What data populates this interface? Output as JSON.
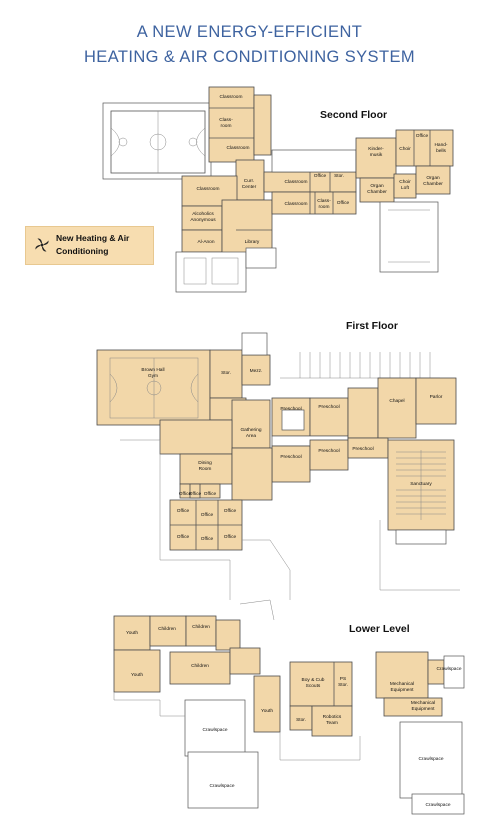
{
  "header": {
    "title_line1": "A NEW ENERGY-EFFICIENT",
    "title_line2": "HEATING & AIR CONDITIONING SYSTEM"
  },
  "legend": {
    "icon": "hvac-fan-icon",
    "label_line1": "New Heating & Air",
    "label_line2": "Conditioning"
  },
  "floors": {
    "second": {
      "label": "Second Floor",
      "rooms": {
        "classroom_top": "Classroom",
        "classroom_mid1": "Class-",
        "classroom_mid2": "room",
        "classroom_lower": "Classroom",
        "classroom_west": "Classroom",
        "curr1": "Curr.",
        "curr2": "Center",
        "alcoholics1": "Alcoholics",
        "alcoholics2": "Anonymous",
        "al_anon": "Al-Anon",
        "library": "Library",
        "classroom_c1": "Classroom",
        "office_c1": "Office",
        "stor_c": "Stor.",
        "classroom_c2": "Classroom",
        "classroom_c3a": "Class-",
        "classroom_c3b": "room",
        "office_c2": "Office",
        "kinder1": "Kinder-",
        "kinder2": "musik",
        "choir": "Choir",
        "office_e": "Office",
        "handbells1": "Hand-",
        "handbells2": "bells",
        "organ1a": "Organ",
        "organ1b": "Chamber",
        "choirloft1": "Choir",
        "choirloft2": "Loft",
        "organ2a": "Organ",
        "organ2b": "Chamber"
      }
    },
    "first": {
      "label": "First Floor",
      "rooms": {
        "gym1": "Brown Hall",
        "gym2": "Gym",
        "stor": "Stor.",
        "mezz": "Mezz.",
        "preschool1": "Preschool",
        "preschool2": "Preschool",
        "gathering1": "Gathering",
        "gathering2": "Area",
        "preschool3": "Preschool",
        "preschool4": "Preschool",
        "preschool5": "Preschool",
        "dining1": "Dining",
        "dining2": "Room",
        "chapel": "Chapel",
        "parlor": "Parlor",
        "sanctuary": "Sanctuary",
        "office1": "Office",
        "office2": "Office",
        "office3": "Office",
        "office4": "Office",
        "office5": "Office",
        "office6": "Office",
        "office7": "Office",
        "office8": "Office",
        "office9": "Office"
      }
    },
    "lower": {
      "label": "Lower Level",
      "rooms": {
        "youth1": "Youth",
        "children1": "Children",
        "children2": "Children",
        "youth2": "Youth",
        "children3": "Children",
        "crawlspace1": "Crawlspace",
        "youth3": "Youth",
        "scouts1": "Boy & Cub",
        "scouts2": "Scouts",
        "ps1": "PS",
        "ps2": "Stor.",
        "stor": "Stor.",
        "robotics1": "Robotics",
        "robotics2": "Team",
        "mech1a": "Mechanical",
        "mech1b": "Equipment",
        "mech2a": "Mechanical",
        "mech2b": "Equipment",
        "crawlspace2": "Crawlspace",
        "crawlspace3": "Crawlspace",
        "crawlspace4": "Crawlspace",
        "crawlspace5": "Crawlspace"
      }
    }
  },
  "colors": {
    "title": "#3e63a0",
    "hvac_fill": "#f2d7a9",
    "legend_bg": "#f7ddb0"
  }
}
